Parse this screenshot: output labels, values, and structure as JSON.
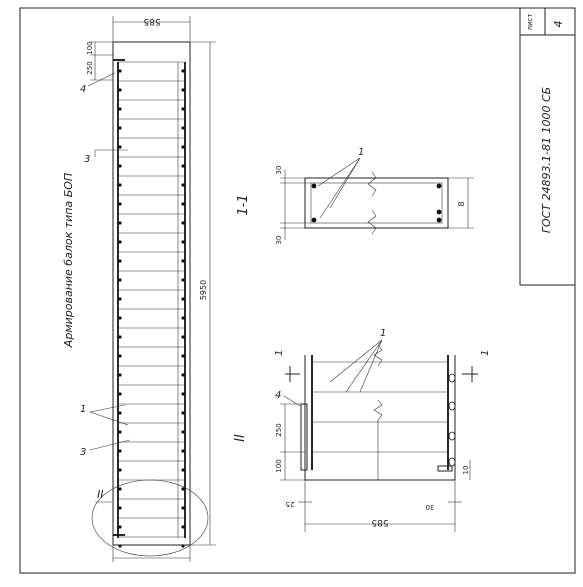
{
  "sheet": {
    "label": "лист",
    "number": "4",
    "code": "ГОСТ 24893.1-81 1000 СБ"
  },
  "drawing": {
    "title": "Армирование балок типа БОП",
    "section_title": "1-1",
    "detail_title": "II",
    "detail_callout": "II",
    "dimensions": {
      "width_top": "585",
      "width_bottom": "585",
      "length": "5950",
      "d100_top": "100",
      "d250_top": "250",
      "d30_a": "30",
      "d30_b": "30",
      "d8": "8",
      "d250_detail": "250",
      "d100_detail": "100",
      "d10": "10",
      "d25": "25",
      "d30_detail": "30"
    },
    "marks": {
      "m4_top": "4",
      "m3_top": "3",
      "m1_mid": "1",
      "m3_bottom": "3",
      "m1_section": "1",
      "m1_detail": "1",
      "m4_detail": "4",
      "cut_left": "1",
      "cut_right": "1"
    }
  }
}
